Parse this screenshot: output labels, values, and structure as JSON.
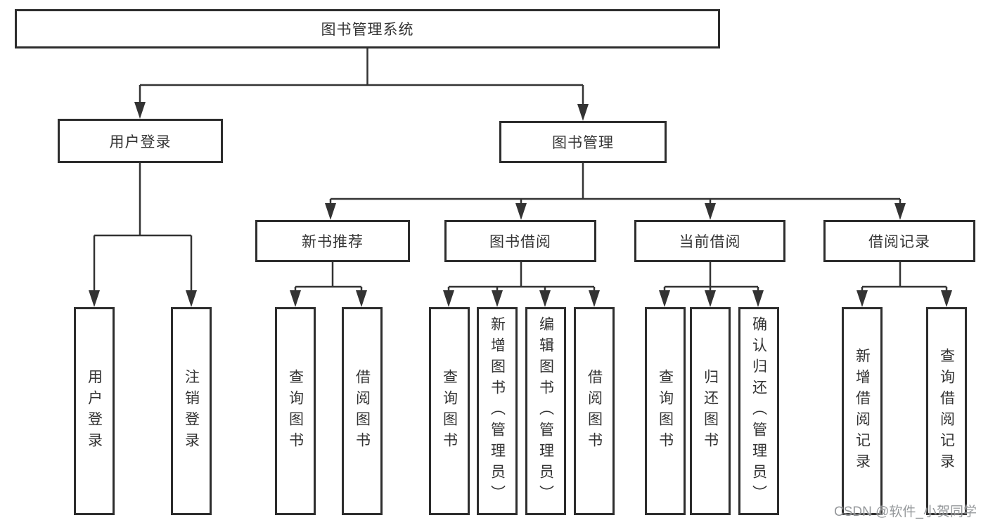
{
  "tree": {
    "root": {
      "label": "图书管理系统"
    },
    "level2": [
      {
        "label": "用户登录",
        "leaves": [
          "用户登录",
          "注销登录"
        ]
      },
      {
        "label": "图书管理",
        "groups": [
          {
            "label": "新书推荐",
            "leaves": [
              "查询图书",
              "借阅图书"
            ]
          },
          {
            "label": "图书借阅",
            "leaves": [
              "查询图书",
              "新增图书（管理员）",
              "编辑图书（管理员）",
              "借阅图书"
            ]
          },
          {
            "label": "当前借阅",
            "leaves": [
              "查询图书",
              "归还图书",
              "确认归还（管理员）"
            ]
          },
          {
            "label": "借阅记录",
            "leaves": [
              "新增借阅记录",
              "查询借阅记录"
            ]
          }
        ]
      }
    ]
  },
  "watermark": "CSDN @软件_小贺同学",
  "colors": {
    "line": "#333333",
    "box_border": "#2d2d2d",
    "text": "#333333",
    "background": "#ffffff",
    "watermark_text": "#82868a"
  }
}
